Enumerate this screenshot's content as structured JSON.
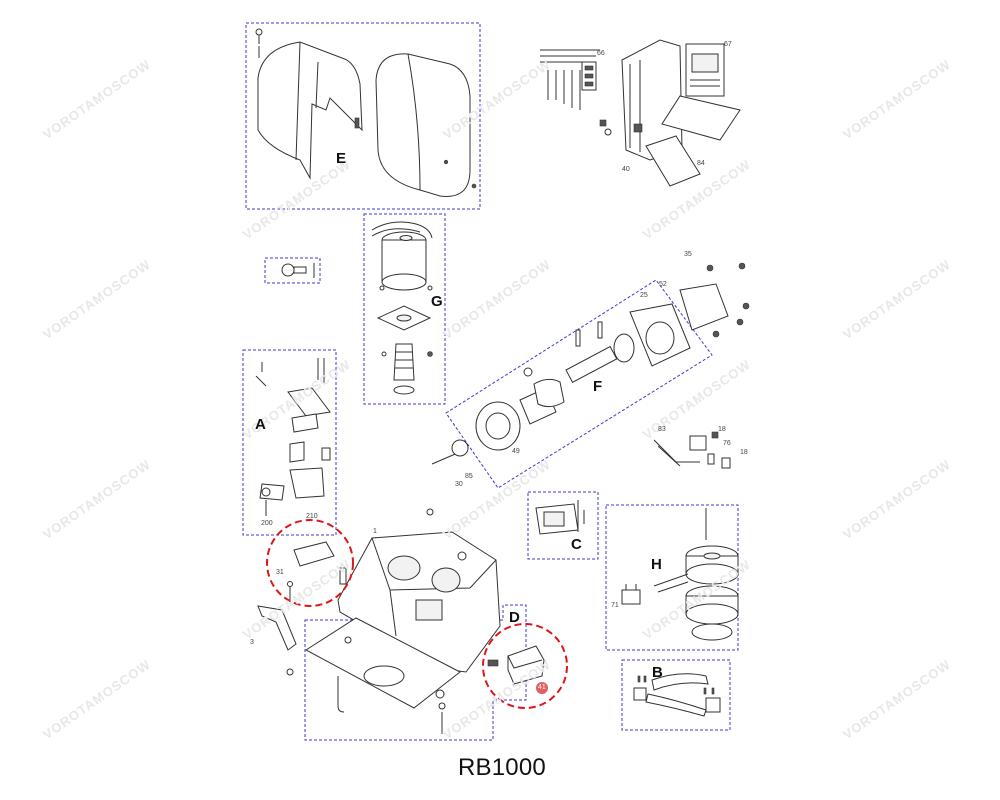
{
  "title": "RB1000",
  "watermark": "VOROTAMOSCOW",
  "colors": {
    "frame": "#3a3ad6",
    "highlight": "#e01515",
    "line": "#333333",
    "badge": "#e06060"
  },
  "groups": {
    "A": "A",
    "B": "B",
    "C": "C",
    "D": "D",
    "E": "E",
    "F": "F",
    "G": "G",
    "H": "H"
  },
  "parts": {
    "p1": "1",
    "p3": "3",
    "p18a": "18",
    "p18b": "18",
    "p25": "25",
    "p30": "30",
    "p31": "31",
    "p35": "35",
    "p40": "40",
    "p41": "41",
    "p49": "49",
    "p52": "52",
    "p66": "66",
    "p67": "67",
    "p71": "71",
    "p76": "76",
    "p83": "83",
    "p84": "84",
    "p85": "85",
    "p200": "200",
    "p210": "210"
  }
}
